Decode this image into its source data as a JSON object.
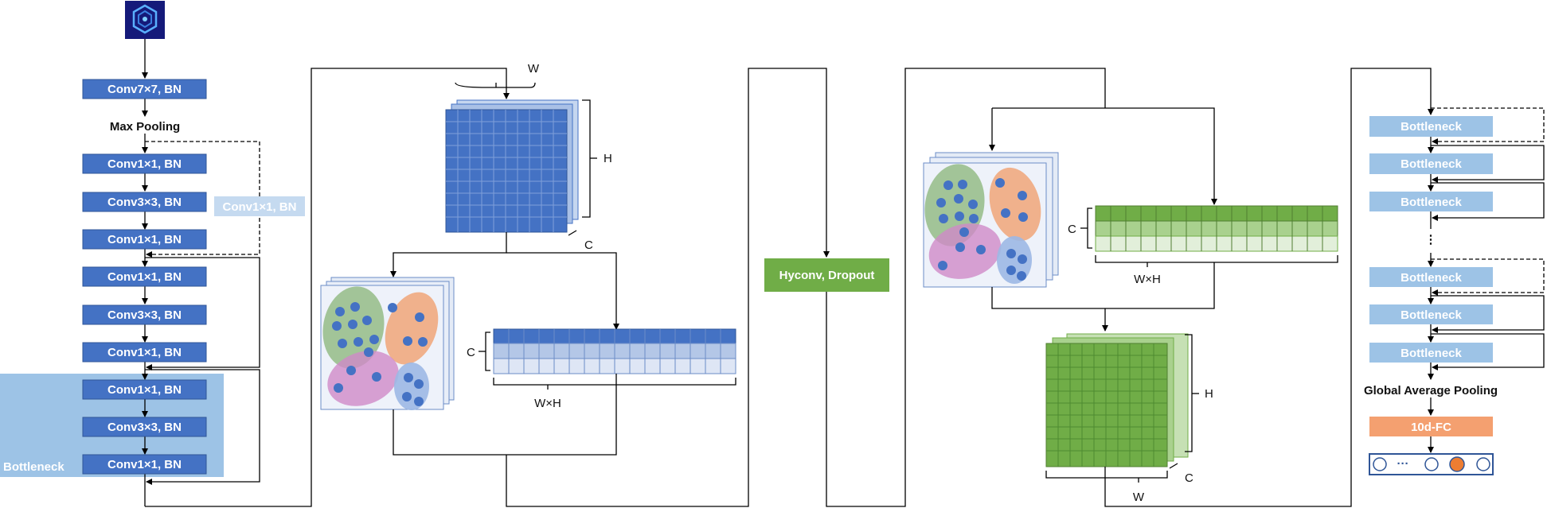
{
  "resnet": {
    "conv7": "Conv7×7, BN",
    "maxpool": "Max Pooling",
    "conv1": "Conv1×1, BN",
    "conv3": "Conv3×3, BN",
    "shortcut": "Conv1×1, BN",
    "bottleneck": "Bottleneck"
  },
  "hyconv": {
    "label": "Hyconv, Dropout",
    "dim_w": "W",
    "dim_h": "H",
    "dim_c": "C",
    "dim_wh": "W×H"
  },
  "right_stack": {
    "bottleneck": "Bottleneck",
    "dots": "⋮",
    "gap": "Global Average Pooling",
    "fc": "10d-FC",
    "vec_dots": "···"
  },
  "colors": {
    "dark_blue": "#4472c4",
    "light_blue": "#9dc3e6",
    "green": "#70ad47",
    "orange": "#f4a070"
  }
}
